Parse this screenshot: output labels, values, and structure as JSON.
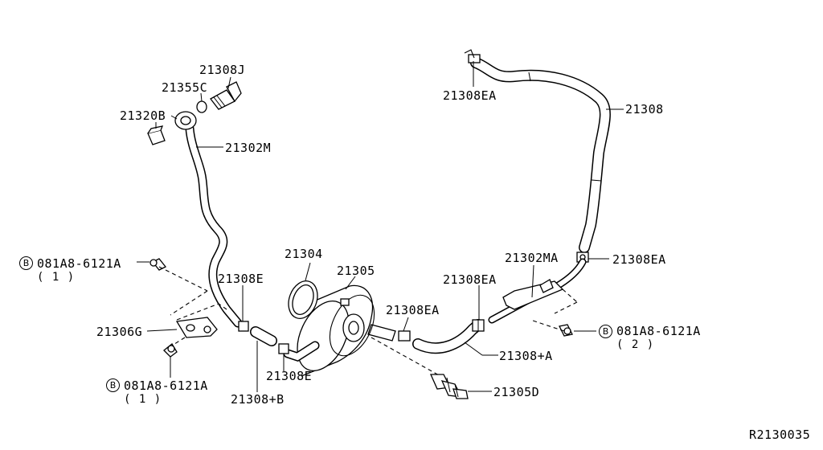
{
  "labels": {
    "p21308j": "21308J",
    "p21355c": "21355C",
    "p21320b": "21320B",
    "p21302m": "21302M",
    "p21308ea_top": "21308EA",
    "p21308_top": "21308",
    "p21304": "21304",
    "p21305": "21305",
    "p21308e_upper": "21308E",
    "p21308ea_mid": "21308EA",
    "p21308ea_center": "21308EA",
    "p21302ma": "21302MA",
    "p21308ea_right": "21308EA",
    "p21306g": "21306G",
    "p21308e_lower": "21308E",
    "p21308pa": "21308+A",
    "p21305d": "21305D",
    "p21308pb": "21308+B",
    "bolt1": "081A8-6121A",
    "bolt1_qty": "( 1 )",
    "bolt2": "081A8-6121A",
    "bolt2_qty": "( 2 )",
    "bolt3": "081A8-6121A",
    "bolt3_qty": "( 1 )",
    "bolt_badge": "B",
    "ref_code": "R2130035"
  }
}
